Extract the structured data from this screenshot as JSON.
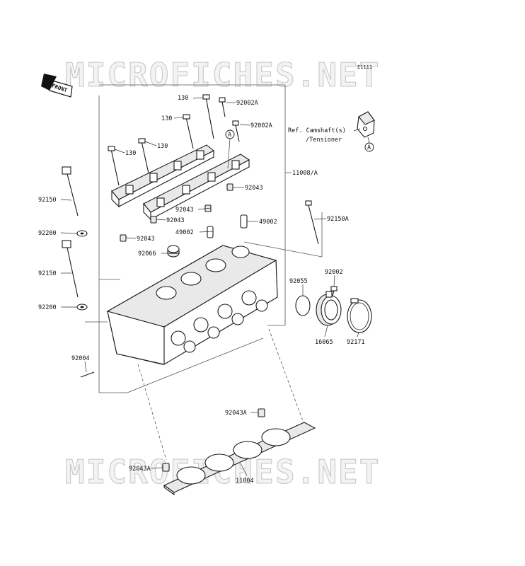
{
  "watermark_text": "MICROFICHES.NET",
  "diagram_code": "E1111",
  "front_label": "FRONT",
  "reference_note": {
    "line1": "Ref. Camshaft(s)",
    "line2": "/Tensioner",
    "marker": "A"
  },
  "callout_marker": "A",
  "labels": {
    "p130a": "130",
    "p92002a_1": "92002A",
    "p130b": "130",
    "p92002a_2": "92002A",
    "p130c": "130",
    "p130d": "130",
    "p11008a": "11008/A",
    "p92043a": "92043",
    "p92150": "92150",
    "p92043b": "92043",
    "p92043c": "92043",
    "p49002a": "49002",
    "p49002b": "49002",
    "p92150a": "92150A",
    "p92200a": "92200",
    "p92043d": "92043",
    "p92066": "92066",
    "p92002": "92002",
    "p92055": "92055",
    "p92150b": "92150",
    "p92200b": "92200",
    "p16065": "16065",
    "p92171": "92171",
    "p92004": "92004",
    "p92043A_top": "92043A",
    "p92043A_bottom": "92043A",
    "p11004": "11004"
  }
}
